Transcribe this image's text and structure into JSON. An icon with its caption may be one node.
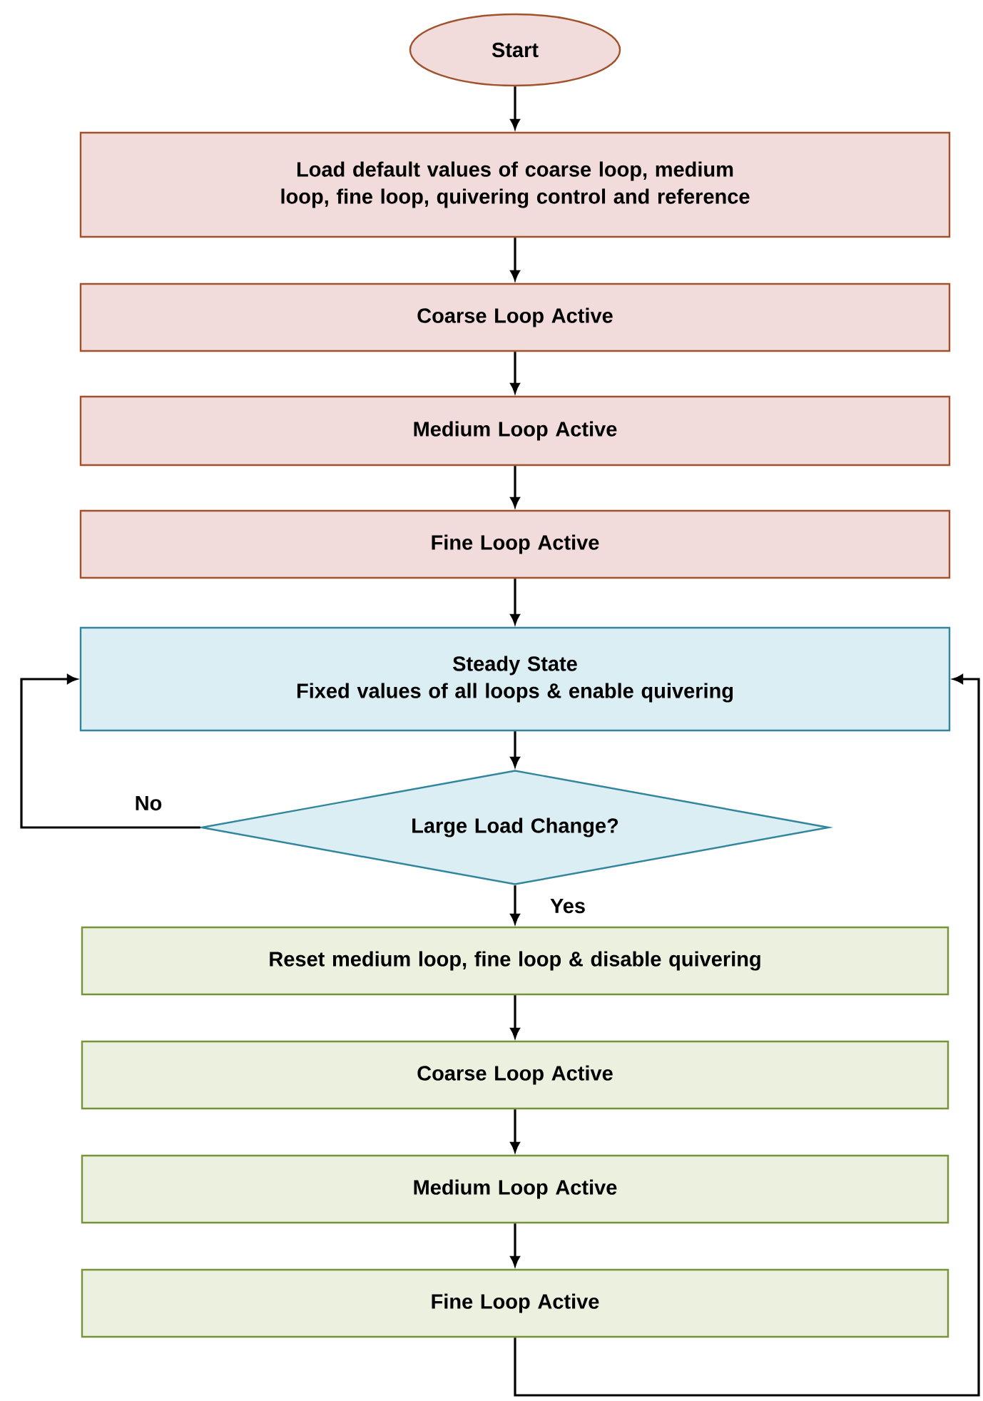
{
  "diagram": {
    "nodes": [
      {
        "text": [
          "Start"
        ]
      },
      {
        "text": [
          "Load default values of coarse loop, medium loop, fine loop, quivering control and reference"
        ]
      },
      {
        "text": [
          "Coarse Loop Active"
        ]
      },
      {
        "text": [
          "Medium Loop Active"
        ]
      },
      {
        "text": [
          "Fine Loop Active"
        ]
      },
      {
        "text": [
          "Steady State",
          "Fixed values of all loops & enable quivering"
        ]
      },
      {
        "text": [
          "Large Load Change?"
        ]
      },
      {
        "text": [
          "Reset medium loop, fine loop & disable quivering"
        ]
      },
      {
        "text": [
          "Coarse Loop Active"
        ]
      },
      {
        "text": [
          "Medium Loop Active"
        ]
      },
      {
        "text": [
          "Fine Loop Active"
        ]
      }
    ],
    "edges": [
      {
        "from": 0,
        "to": 1,
        "arrow": "to"
      },
      {
        "from": 1,
        "to": 2,
        "arrow": "to"
      },
      {
        "from": 2,
        "to": 3,
        "arrow": "to"
      },
      {
        "from": 3,
        "to": 4,
        "arrow": "to"
      },
      {
        "from": 4,
        "to": 5,
        "arrow": "to"
      },
      {
        "from": 5,
        "to": 6,
        "arrow": "to"
      },
      {
        "from": 6,
        "to": 5,
        "arrow": "to",
        "label": "No"
      },
      {
        "from": 6,
        "to": 7,
        "arrow": "to",
        "label": "Yes"
      },
      {
        "from": 7,
        "to": 8,
        "arrow": "to"
      },
      {
        "from": 8,
        "to": 9,
        "arrow": "to"
      },
      {
        "from": 9,
        "to": 10,
        "arrow": "to"
      },
      {
        "from": 10,
        "to": 5,
        "arrow": "to"
      }
    ]
  }
}
